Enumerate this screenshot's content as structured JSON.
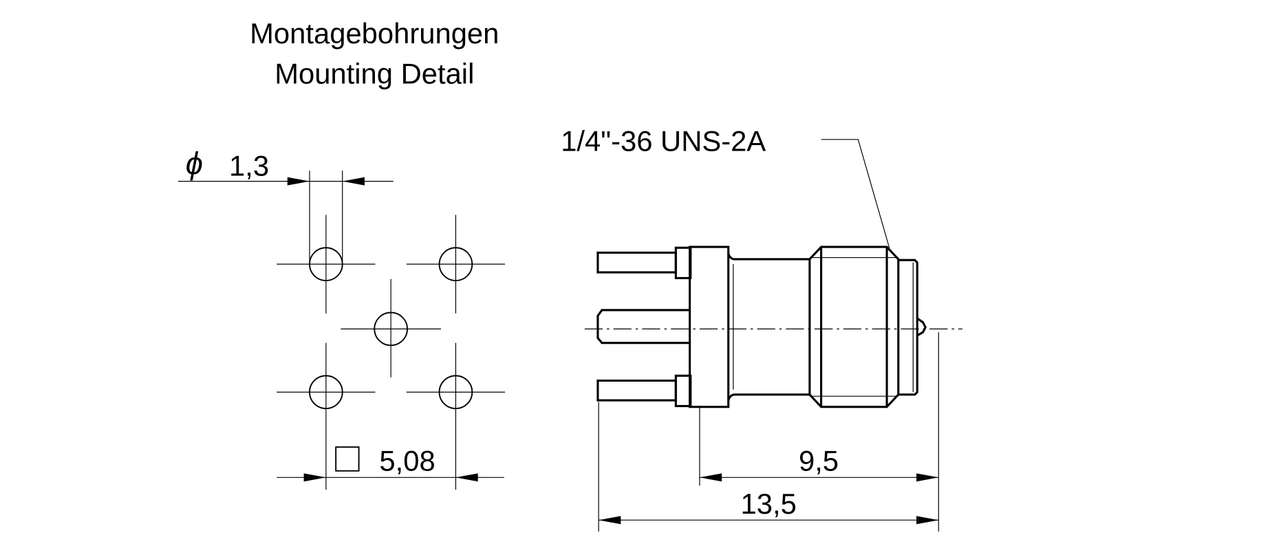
{
  "title": {
    "line1": "Montagebohrungen",
    "line2": "Mounting Detail"
  },
  "mounting": {
    "hole_symbol": "ϕ",
    "hole_diameter": "1,3",
    "pitch": "5,08"
  },
  "connector": {
    "thread_label": "1/4\"-36 UNS-2A",
    "dim_body": "9,5",
    "dim_total": "13,5"
  },
  "colors": {
    "line": "#000000",
    "background": "#ffffff"
  }
}
